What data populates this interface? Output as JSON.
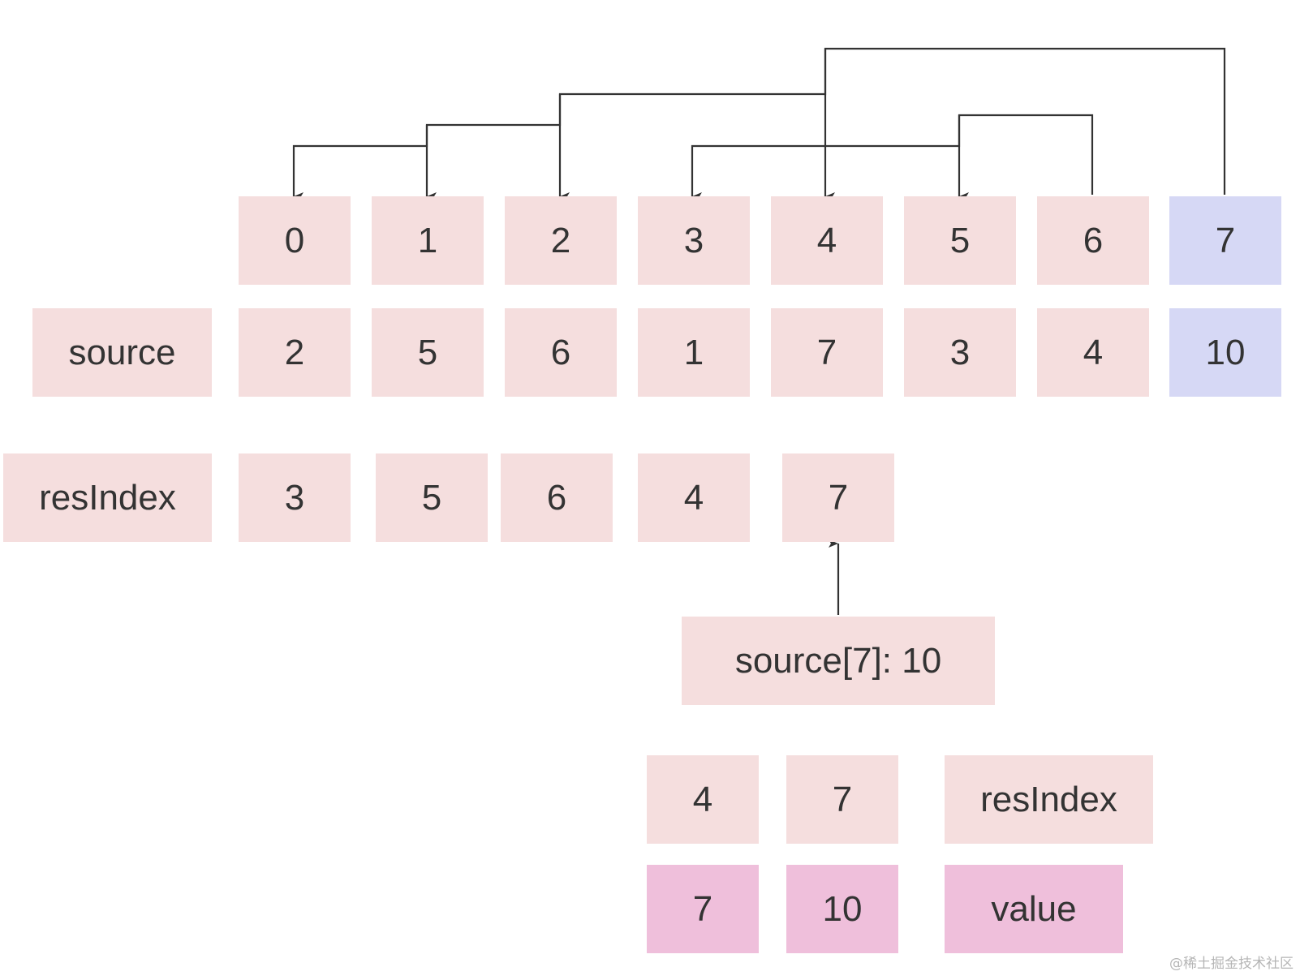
{
  "index_row": [
    "0",
    "1",
    "2",
    "3",
    "4",
    "5",
    "6",
    "7"
  ],
  "source_row": {
    "label": "source",
    "values": [
      "2",
      "5",
      "6",
      "1",
      "7",
      "3",
      "4",
      "10"
    ]
  },
  "resindex_row": {
    "label": "resIndex",
    "values": [
      "3",
      "5",
      "6",
      "4",
      "7"
    ]
  },
  "current": {
    "label": "source[7]: 10"
  },
  "legend": {
    "top_row": [
      "4",
      "7"
    ],
    "top_label": "resIndex",
    "bottom_row": [
      "7",
      "10"
    ],
    "bottom_label": "value"
  },
  "watermark": "@稀土掘金技术社区",
  "colors": {
    "cell": "#f5dede",
    "highlight": "#d6d8f5",
    "value_cell": "#efbfdb",
    "arrow": "#333333"
  }
}
